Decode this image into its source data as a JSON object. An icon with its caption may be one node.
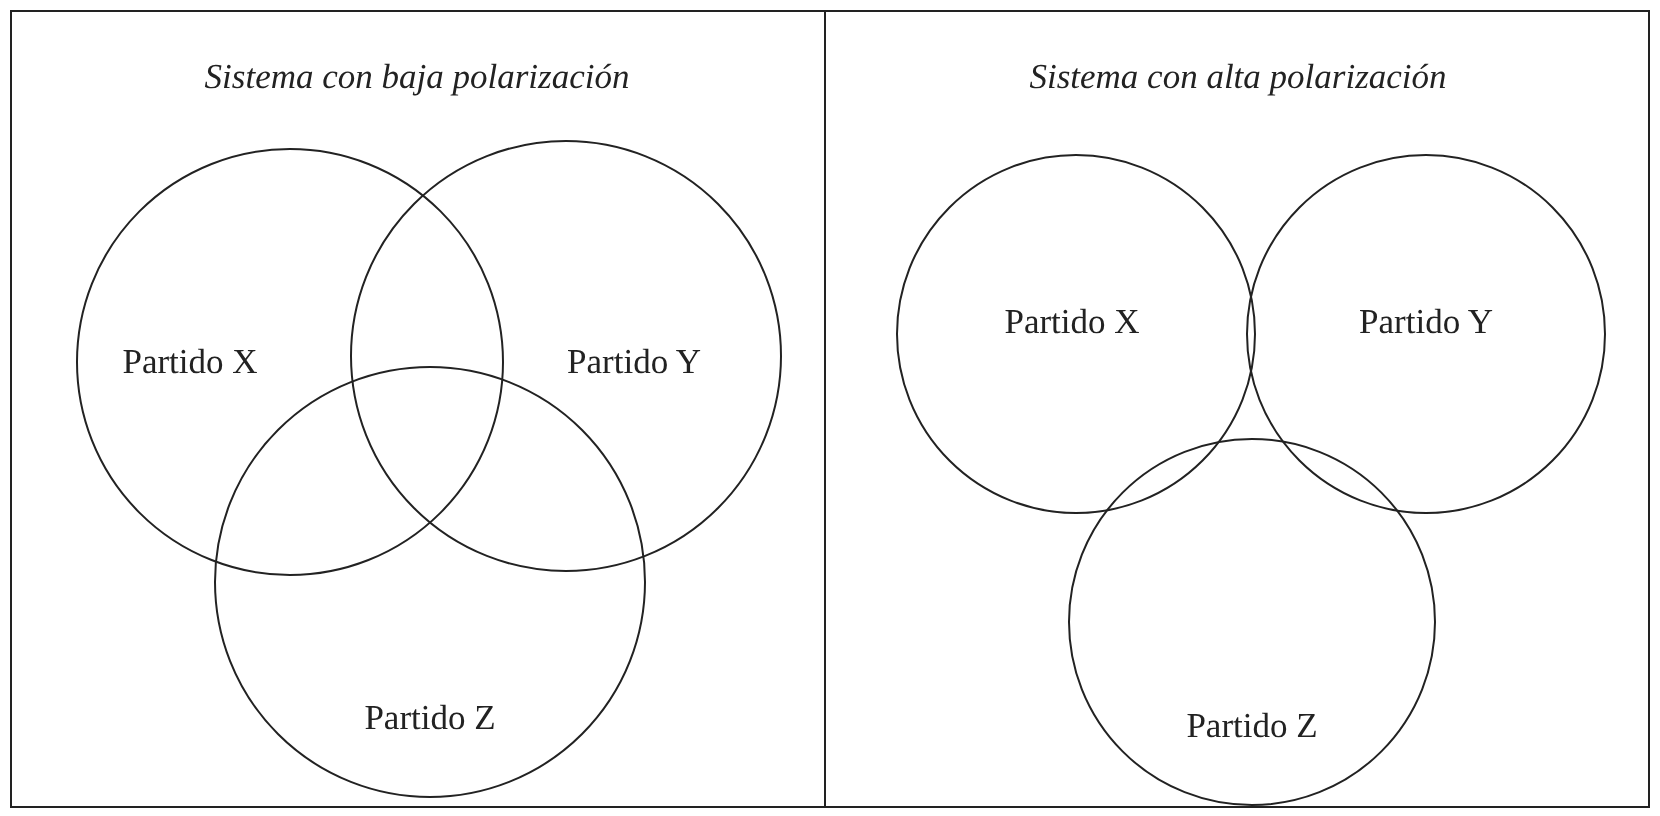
{
  "diagram": {
    "nodes": [
      {
        "text": [
          "Sistema con baja polarización"
        ]
      },
      {
        "text": [
          "Partido X"
        ],
        "in": 0
      },
      {
        "text": [
          "Partido Y"
        ],
        "in": 0
      },
      {
        "text": [
          "Partido Z"
        ],
        "in": 0
      },
      {
        "text": [
          "Sistema con alta polarización"
        ]
      },
      {
        "text": [
          "Partido X"
        ],
        "in": 4
      },
      {
        "text": [
          "Partido Y"
        ],
        "in": 4
      },
      {
        "text": [
          "Partido Z"
        ],
        "in": 4
      }
    ]
  }
}
